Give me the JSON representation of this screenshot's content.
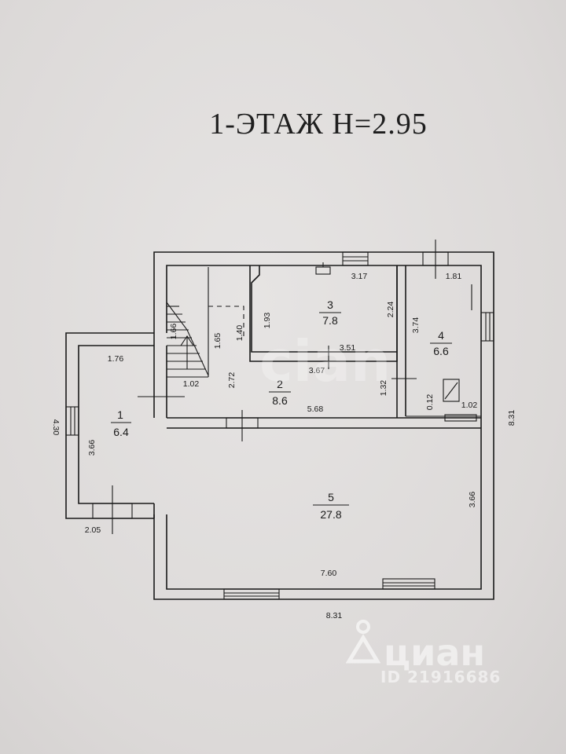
{
  "title": "1-ЭТАЖ  Н=2.95",
  "rooms": [
    {
      "no": "1",
      "area": "6.4"
    },
    {
      "no": "2",
      "area": "8.6"
    },
    {
      "no": "3",
      "area": "7.8"
    },
    {
      "no": "4",
      "area": "6.6"
    },
    {
      "no": "5",
      "area": "27.8"
    }
  ],
  "dims": {
    "overall_width_bottom": "8.31",
    "overall_height_right": "8.31",
    "left_wing_height": "4.30",
    "left_wing_width": "2.05",
    "room1_width": "1.76",
    "room1_height": "3.66",
    "stair_h1": "1.66",
    "stair_h2": "1.65",
    "room2_h_a": "1.40",
    "room2_h_b": "2.72",
    "room2_w_small": "1.02",
    "room2_w": "5.68",
    "room2_w_mid": "3.67",
    "room2_h_c": "1.32",
    "room3_w": "3.17",
    "room3_w2": "3.51",
    "room3_h": "1.93",
    "room3_h2": "2.24",
    "room4_w": "1.81",
    "room4_h": "3.74",
    "room4_small_a": "0.12",
    "room4_small_b": "1.02",
    "room5_w": "7.60",
    "room5_h": "3.66"
  },
  "watermark": {
    "brand": "циан",
    "id": "ID 21916686",
    "center": "cian"
  }
}
